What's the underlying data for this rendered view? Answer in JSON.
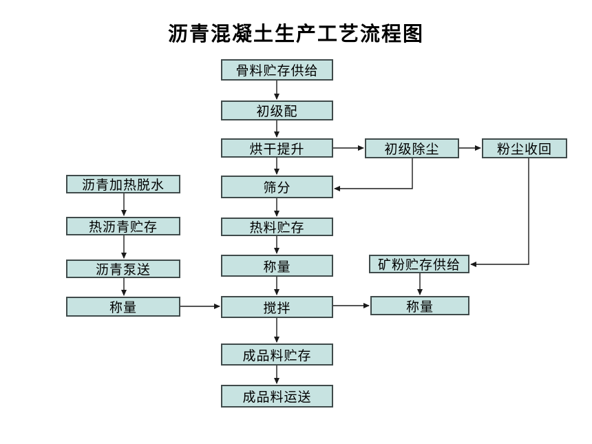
{
  "diagram": {
    "title": "沥青混凝土生产工艺流程图",
    "node_fill": "#c7e3e1",
    "node_border": "#3f4a4a",
    "line_color": "#1a1a1a",
    "nodes": {
      "aggregate_storage_supply": "骨料贮存供给",
      "primary_batching": "初级配",
      "drying_lifting": "烘干提升",
      "screening": "筛分",
      "hot_material_storage": "热料贮存",
      "weighing_center": "称量",
      "mixing": "搅拌",
      "finished_material_storage": "成品料贮存",
      "finished_material_transport": "成品料运送",
      "asphalt_heating_dewatering": "沥青加热脱水",
      "hot_asphalt_storage": "热沥青贮存",
      "asphalt_pumping": "沥青泵送",
      "weighing_left": "称量",
      "primary_dust_removal": "初级除尘",
      "dust_recovery": "粉尘收回",
      "mineral_powder_storage_supply": "矿粉贮存供给",
      "weighing_right": "称量"
    },
    "edges": [
      "骨料贮存供给 -> 初级配",
      "初级配 -> 烘干提升",
      "烘干提升 -> 初级除尘",
      "初级除尘 -> 粉尘收回",
      "初级除尘 -> 筛分",
      "粉尘收回 -> 矿粉贮存供给",
      "烘干提升 -> 筛分",
      "筛分 -> 热料贮存",
      "热料贮存 -> 称量",
      "称量 -> 搅拌",
      "沥青加热脱水 -> 热沥青贮存",
      "热沥青贮存 -> 沥青泵送",
      "沥青泵送 -> 称量",
      "称量(左) -> 搅拌",
      "搅拌 -> 称量(右)",
      "矿粉贮存供给 -> 称量(右)",
      "搅拌 -> 成品料贮存",
      "成品料贮存 -> 成品料运送"
    ]
  }
}
